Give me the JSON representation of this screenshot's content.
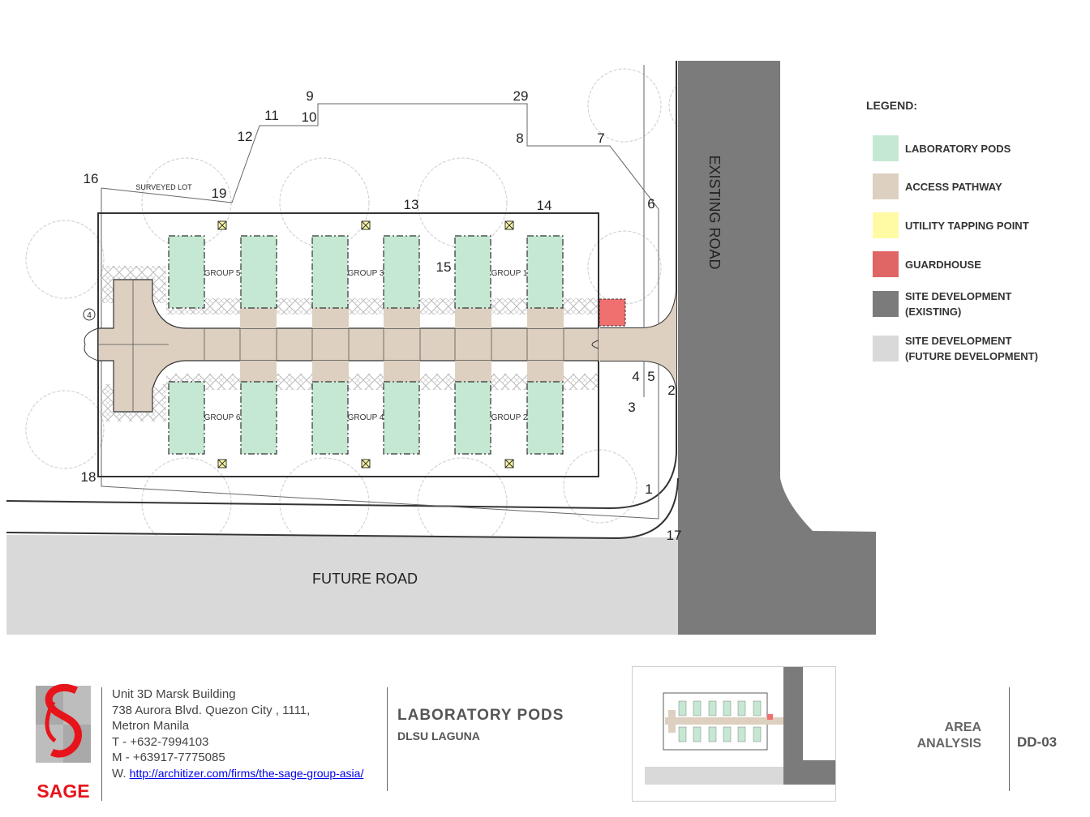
{
  "legend": {
    "title": "LEGEND:",
    "items": [
      {
        "label": "LABORATORY PODS",
        "color": "#c5e8d2"
      },
      {
        "label": "ACCESS PATHWAY",
        "color": "#ddd0c0"
      },
      {
        "label": "UTILITY TAPPING POINT",
        "color": "#fffaa4"
      },
      {
        "label": "GUARDHOUSE",
        "color": "#e06666"
      },
      {
        "label": "SITE DEVELOPMENT\n(EXISTING)",
        "color": "#7b7b7b"
      },
      {
        "label": "SITE DEVELOPMENT\n(FUTURE DEVELOPMENT)",
        "color": "#d9d9d9"
      }
    ]
  },
  "plan": {
    "existing_road": "EXISTING ROAD",
    "future_road": "FUTURE ROAD",
    "surveyed_lot": "SURVEYED LOT",
    "groups": [
      "GROUP 5",
      "GROUP 3",
      "GROUP 1",
      "GROUP 6",
      "GROUP 4",
      "GROUP 2"
    ],
    "points": [
      "1",
      "2",
      "3",
      "4",
      "5",
      "6",
      "7",
      "8",
      "9",
      "10",
      "11",
      "12",
      "13",
      "14",
      "15",
      "16",
      "17",
      "18",
      "19",
      "29"
    ],
    "gate_marker": "4"
  },
  "footer": {
    "company": "SAGE",
    "address": [
      "Unit 3D Marsk Building",
      "738 Aurora Blvd. Quezon City , 1111,",
      "Metron Manila",
      "T - +632-7994103",
      "M - +63917-7775085"
    ],
    "web_prefix": "W. ",
    "web_link": "http://architizer.com/firms/the-sage-group-asia/",
    "project_title": "LABORATORY PODS",
    "project_subtitle": "DLSU LAGUNA",
    "sheet_title": "AREA ANALYSIS",
    "sheet_number": "DD-03"
  }
}
